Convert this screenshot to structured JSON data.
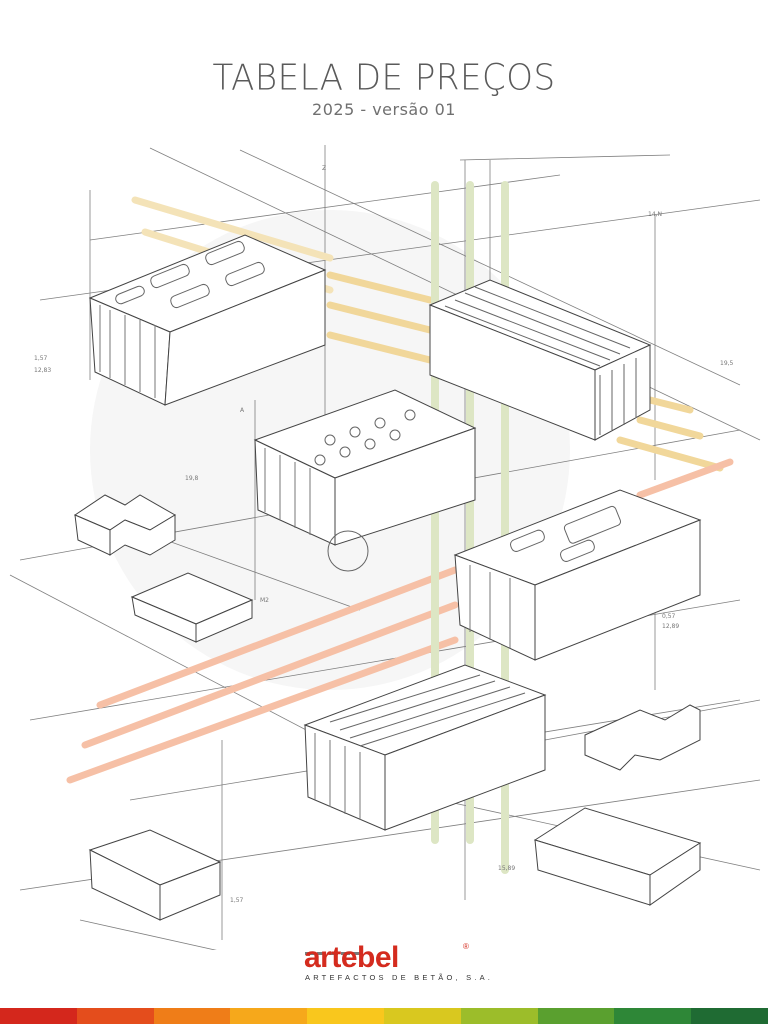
{
  "header": {
    "title": "TABELA DE PREÇOS",
    "subtitle": "2025 - versão 01"
  },
  "drawing_labels": {
    "label_1": "1,57",
    "label_2": "12,83",
    "label_3": "19,8",
    "label_4": "Z",
    "label_5": "A",
    "label_6": "19,5",
    "label_7": "M2",
    "label_8": "0,57",
    "label_9": "12,89",
    "label_10": "15,89",
    "label_11": "1,57",
    "label_12": "14,N"
  },
  "brand": {
    "name": "artebel",
    "registered": "®",
    "tagline": "ARTEFACTOS DE BETÃO, S.A."
  },
  "colors": {
    "brand_red": "#d42b1e",
    "bar": [
      "#d4271c",
      "#e44d1c",
      "#ef7d18",
      "#f6a81b",
      "#f9c71d",
      "#d9c81f",
      "#9cbd2a",
      "#5aa02f",
      "#2e8737",
      "#1f6b33"
    ]
  }
}
